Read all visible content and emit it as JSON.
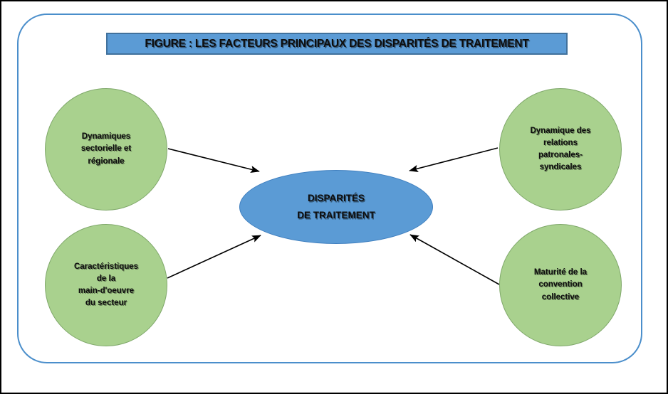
{
  "figure": {
    "title": "FIGURE : LES FACTEURS PRINCIPAUX DES DISPARITÉS DE TRAITEMENT",
    "center": {
      "line1": "DISPARITÉS",
      "line2": "DE TRAITEMENT"
    },
    "factors": [
      {
        "id": "dynamiques-sectorielle-regionale",
        "position": "top-left",
        "lines": [
          "Dynamiques",
          "sectorielle et",
          "régionale"
        ]
      },
      {
        "id": "dynamique-relations-patronales-syndicales",
        "position": "top-right",
        "lines": [
          "Dynamique des",
          "relations",
          "patronales-",
          "syndicales"
        ]
      },
      {
        "id": "caracteristiques-main-doeuvre-secteur",
        "position": "bottom-left",
        "lines": [
          "Caractéristiques",
          "de la",
          "main-d'oeuvre",
          "du secteur"
        ]
      },
      {
        "id": "maturite-convention-collective",
        "position": "bottom-right",
        "lines": [
          "Maturité de la",
          "convention",
          "collective"
        ]
      }
    ],
    "colors": {
      "factor_fill": "#A9D18E",
      "factor_border": "#7FA86A",
      "center_fill": "#5B9BD5",
      "center_border": "#3F7FBF",
      "banner_fill": "#5B9BD5",
      "banner_border": "#41719C",
      "frame_border": "#4A8ECB",
      "outer_border": "#000000",
      "arrow": "#000000",
      "text": "#0D0D0D"
    }
  }
}
